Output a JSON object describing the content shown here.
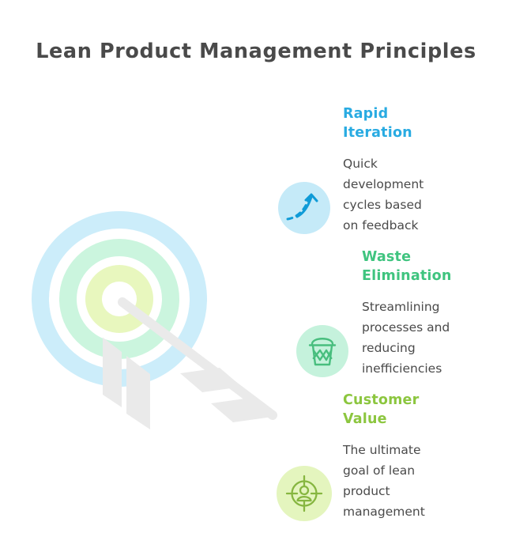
{
  "page": {
    "title": "Lean Product Management Principles",
    "background_color": "#FFFFFF",
    "title_color": "#4A4A4A",
    "body_text_color": "#4A4A4A"
  },
  "target_graphic": {
    "name": "archery-target-with-arrow",
    "rings": [
      {
        "label": "outer-ring",
        "color": "#CCEDFA"
      },
      {
        "label": "gap-ring",
        "color": "#FFFFFF"
      },
      {
        "label": "middle-ring",
        "color": "#CBF5DE"
      },
      {
        "label": "gap-ring-2",
        "color": "#FFFFFF"
      },
      {
        "label": "inner-ring",
        "color": "#E8F7BE"
      },
      {
        "label": "bullseye",
        "color": "#FFFFFF"
      }
    ],
    "arrow_color": "#EAEAEA"
  },
  "principles": [
    {
      "id": "rapid-iteration",
      "heading": "Rapid\nIteration",
      "body": "Quick\ndevelopment\ncycles based\non feedback",
      "accent_color": "#29ABE2",
      "icon_background": "#C5EAF8",
      "icon_name": "curved-up-arrow-icon"
    },
    {
      "id": "waste-elimination",
      "heading": "Waste\nElimination",
      "body": "Streamlining\nprocesses and\nreducing\ninefficiencies",
      "accent_color": "#3FC47F",
      "icon_background": "#C5F2DC",
      "icon_name": "wastebasket-icon"
    },
    {
      "id": "customer-value",
      "heading": "Customer\nValue",
      "body": "The ultimate\ngoal of lean\nproduct\nmanagement",
      "accent_color": "#8CC63F",
      "icon_background": "#E4F5BE",
      "icon_name": "target-person-icon"
    }
  ]
}
